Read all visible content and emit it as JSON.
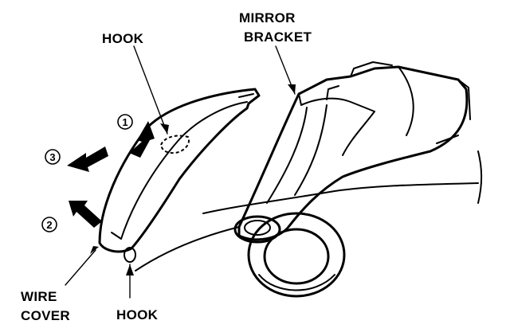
{
  "labels": {
    "hook_top": "HOOK",
    "mirror_line1": "MIRROR",
    "mirror_line2": "BRACKET",
    "wire_line1": "WIRE",
    "wire_line2": "COVER",
    "hook_bottom": "HOOK"
  },
  "steps": {
    "step1": "1",
    "step2": "2",
    "step3": "3"
  },
  "colors": {
    "ink": "#000000",
    "paper": "#ffffff"
  }
}
